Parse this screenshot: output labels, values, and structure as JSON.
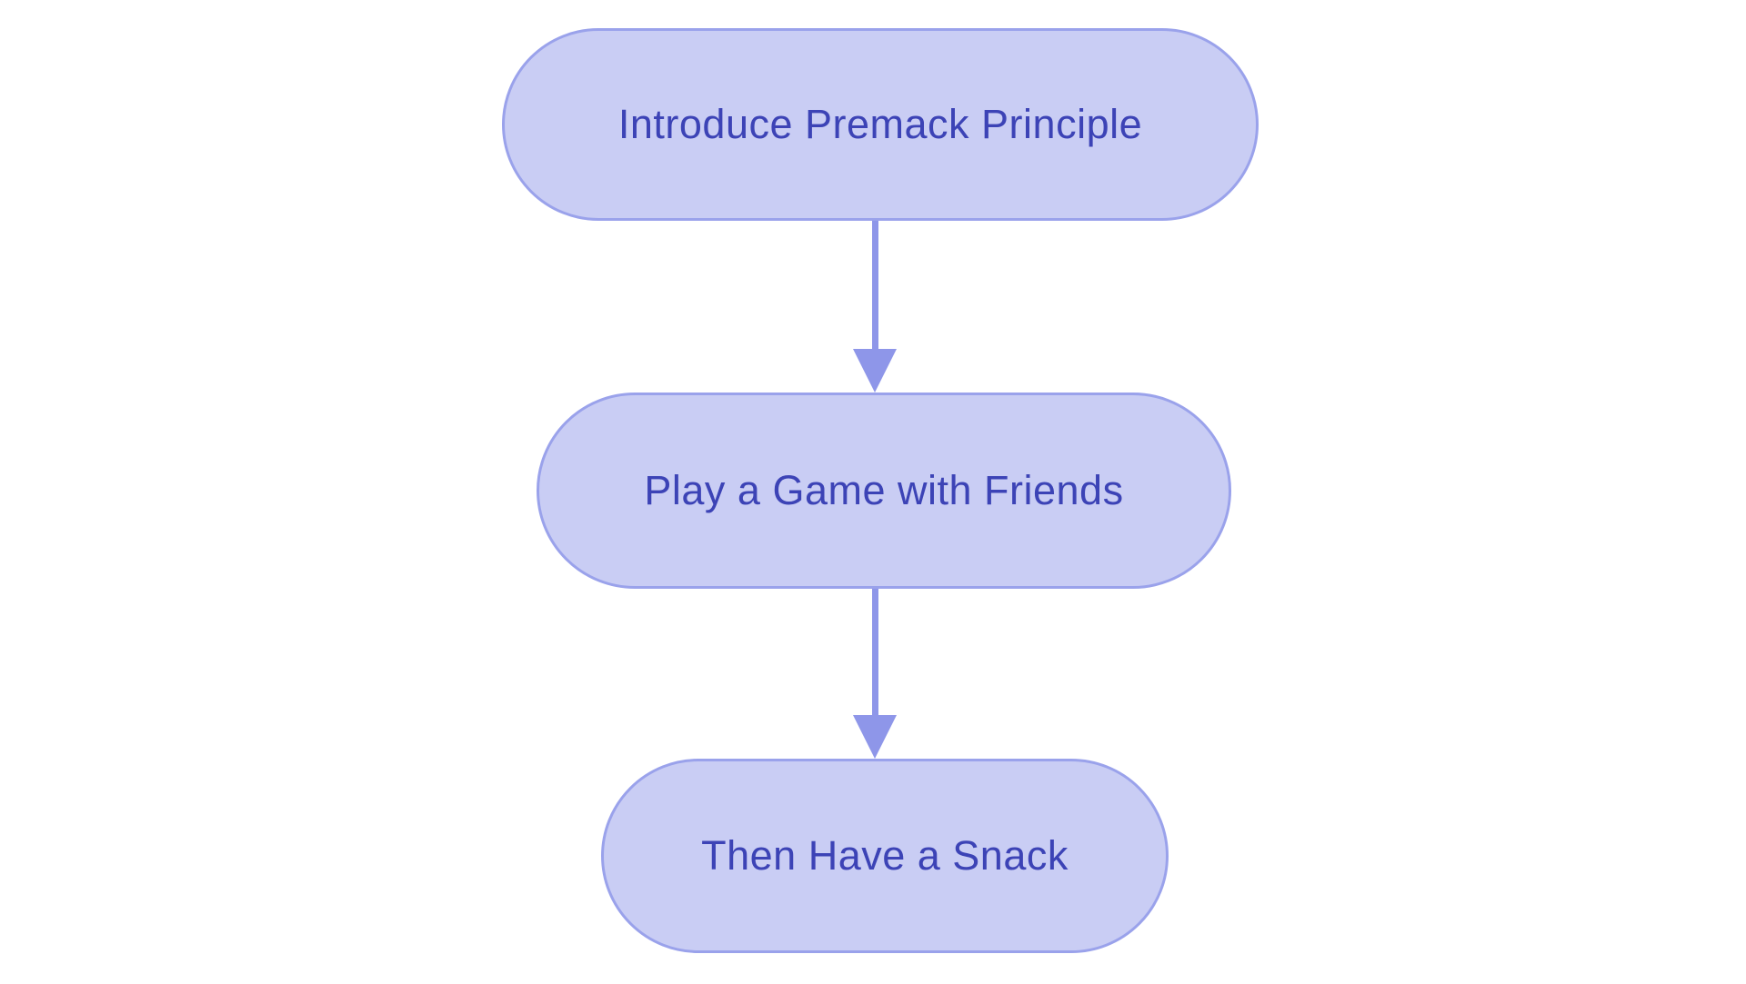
{
  "diagram": {
    "type": "flowchart",
    "direction": "top-down",
    "background": "#ffffff",
    "nodes": [
      {
        "id": "step-1",
        "label": "Introduce Premack Principle",
        "shape": "pill"
      },
      {
        "id": "step-2",
        "label": "Play a Game with Friends",
        "shape": "pill"
      },
      {
        "id": "step-3",
        "label": "Then Have a Snack",
        "shape": "pill"
      }
    ],
    "edges": [
      {
        "from": "step-1",
        "to": "step-2",
        "style": "arrow-down"
      },
      {
        "from": "step-2",
        "to": "step-3",
        "style": "arrow-down"
      }
    ],
    "colors": {
      "node_fill": "#c9cdf4",
      "node_border": "#9aa2eb",
      "node_text": "#3c43b6",
      "arrow": "#8e96e9",
      "background": "#ffffff"
    }
  }
}
